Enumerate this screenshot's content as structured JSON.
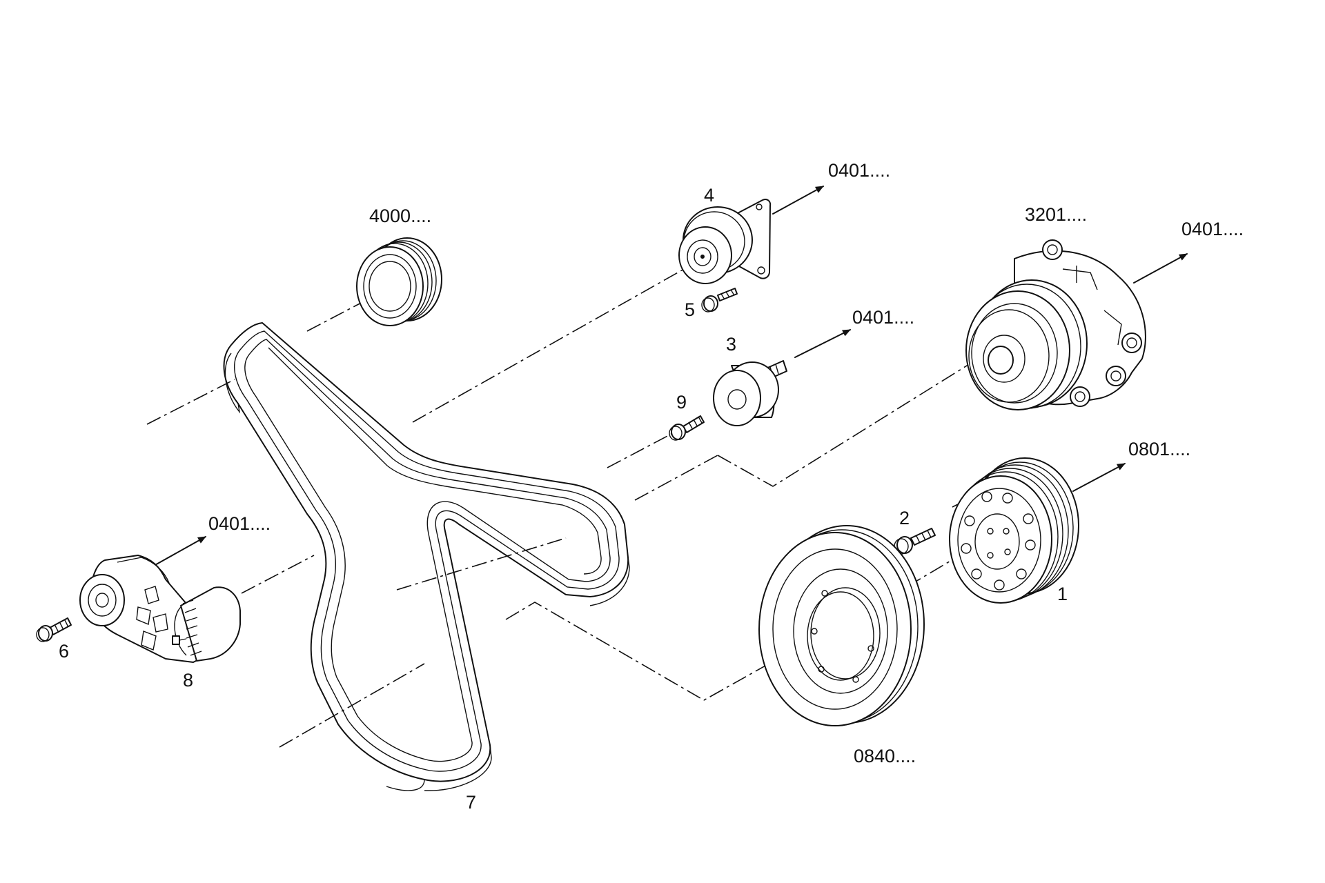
{
  "parts": {
    "p1": "1",
    "p2": "2",
    "p3": "3",
    "p4": "4",
    "p5": "5",
    "p6": "6",
    "p7": "7",
    "p8": "8",
    "p9": "9"
  },
  "references": {
    "r4000": "4000....",
    "r0401_top": "0401....",
    "r3201": "3201....",
    "r0401_right": "0401....",
    "r0401_mid": "0401....",
    "r0801": "0801....",
    "r0401_left": "0401....",
    "r0840": "0840...."
  }
}
